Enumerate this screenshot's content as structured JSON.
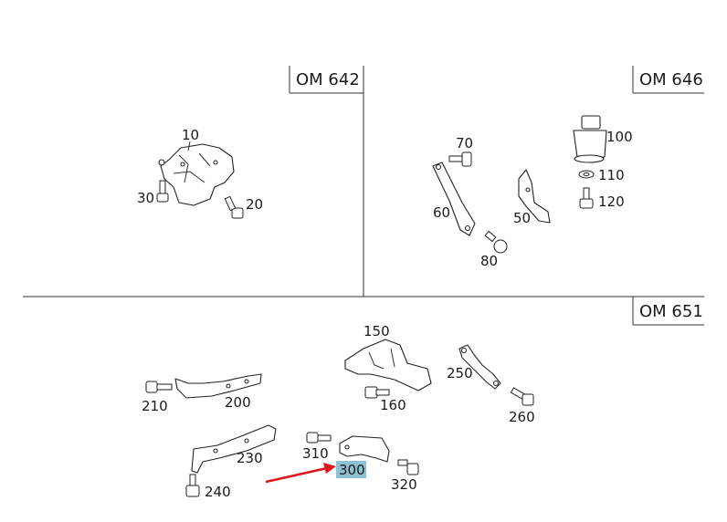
{
  "sections": [
    {
      "engine": "OM 642",
      "parts": [
        {
          "num": "10"
        },
        {
          "num": "20"
        },
        {
          "num": "30"
        }
      ]
    },
    {
      "engine": "OM 646",
      "parts": [
        {
          "num": "50"
        },
        {
          "num": "60"
        },
        {
          "num": "70"
        },
        {
          "num": "80"
        },
        {
          "num": "100"
        },
        {
          "num": "110"
        },
        {
          "num": "120"
        }
      ]
    },
    {
      "engine": "OM 651",
      "parts": [
        {
          "num": "150"
        },
        {
          "num": "160"
        },
        {
          "num": "200"
        },
        {
          "num": "210"
        },
        {
          "num": "230"
        },
        {
          "num": "240"
        },
        {
          "num": "250"
        },
        {
          "num": "260"
        },
        {
          "num": "300"
        },
        {
          "num": "310"
        },
        {
          "num": "320"
        }
      ]
    }
  ],
  "highlight": {
    "num": "300",
    "color": "#8fc1d4",
    "arrow_color": "#e0161b"
  },
  "colors": {
    "line": "#333333",
    "text": "#1a1a1a"
  }
}
